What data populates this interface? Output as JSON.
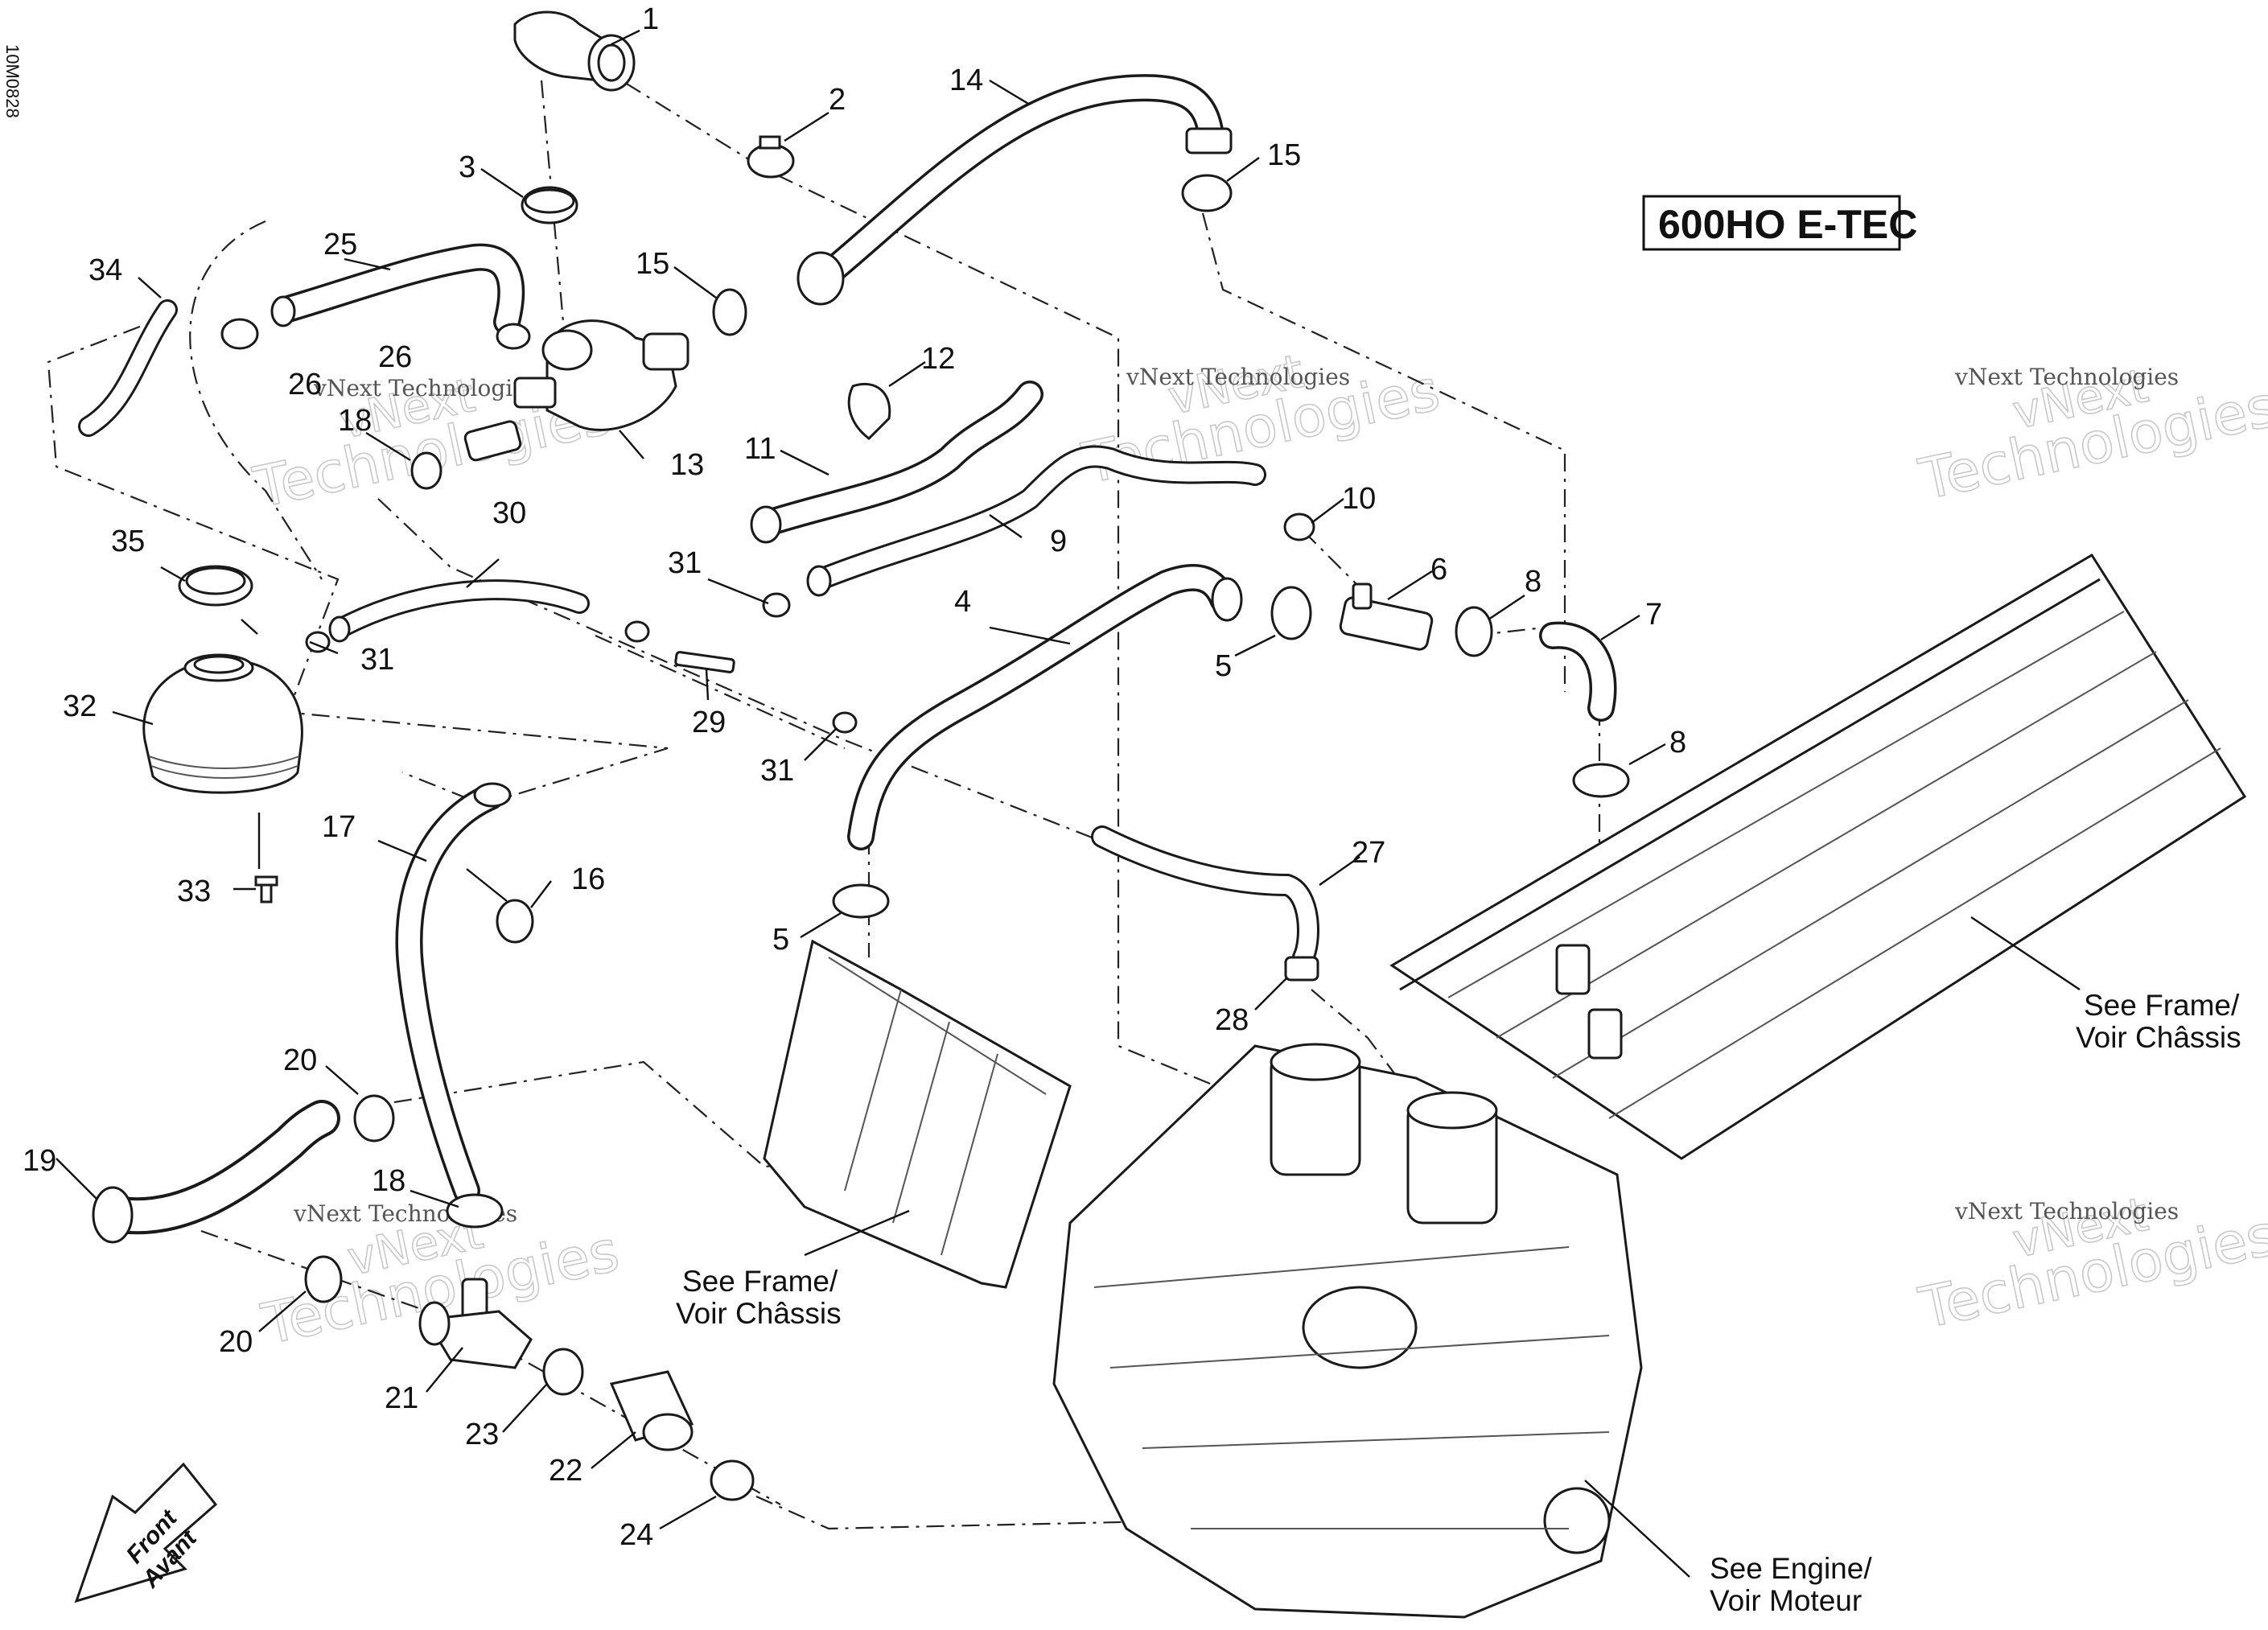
{
  "figure_code": "10M0828",
  "model_label": "600HO E-TEC",
  "callouts": [
    {
      "id": "c1",
      "text": "1"
    },
    {
      "id": "c2",
      "text": "2"
    },
    {
      "id": "c3",
      "text": "3"
    },
    {
      "id": "c4",
      "text": "4"
    },
    {
      "id": "c5a",
      "text": "5"
    },
    {
      "id": "c5b",
      "text": "5"
    },
    {
      "id": "c6",
      "text": "6"
    },
    {
      "id": "c7",
      "text": "7"
    },
    {
      "id": "c8a",
      "text": "8"
    },
    {
      "id": "c8b",
      "text": "8"
    },
    {
      "id": "c9",
      "text": "9"
    },
    {
      "id": "c10",
      "text": "10"
    },
    {
      "id": "c11",
      "text": "11"
    },
    {
      "id": "c12",
      "text": "12"
    },
    {
      "id": "c13",
      "text": "13"
    },
    {
      "id": "c14",
      "text": "14"
    },
    {
      "id": "c15a",
      "text": "15"
    },
    {
      "id": "c15b",
      "text": "15"
    },
    {
      "id": "c16",
      "text": "16"
    },
    {
      "id": "c17",
      "text": "17"
    },
    {
      "id": "c18a",
      "text": "18"
    },
    {
      "id": "c18b",
      "text": "18"
    },
    {
      "id": "c19",
      "text": "19"
    },
    {
      "id": "c20a",
      "text": "20"
    },
    {
      "id": "c20b",
      "text": "20"
    },
    {
      "id": "c21",
      "text": "21"
    },
    {
      "id": "c22",
      "text": "22"
    },
    {
      "id": "c23",
      "text": "23"
    },
    {
      "id": "c24",
      "text": "24"
    },
    {
      "id": "c25",
      "text": "25"
    },
    {
      "id": "c26a",
      "text": "26"
    },
    {
      "id": "c26b",
      "text": "26"
    },
    {
      "id": "c27",
      "text": "27"
    },
    {
      "id": "c28",
      "text": "28"
    },
    {
      "id": "c29",
      "text": "29"
    },
    {
      "id": "c30",
      "text": "30"
    },
    {
      "id": "c31a",
      "text": "31"
    },
    {
      "id": "c31b",
      "text": "31"
    },
    {
      "id": "c31c",
      "text": "31"
    },
    {
      "id": "c32",
      "text": "32"
    },
    {
      "id": "c33",
      "text": "33"
    },
    {
      "id": "c34",
      "text": "34"
    },
    {
      "id": "c35",
      "text": "35"
    }
  ],
  "references": {
    "frame_right": [
      "See Frame/",
      "Voir Châssis"
    ],
    "frame_radiator": [
      "See Frame/",
      "Voir Châssis"
    ],
    "engine": [
      "See Engine/",
      "Voir Moteur"
    ]
  },
  "front_arrow": [
    "Front",
    "Avant"
  ],
  "watermark": {
    "line1": "vNext",
    "line2": "Technologies",
    "small": "vNext Technologies"
  }
}
